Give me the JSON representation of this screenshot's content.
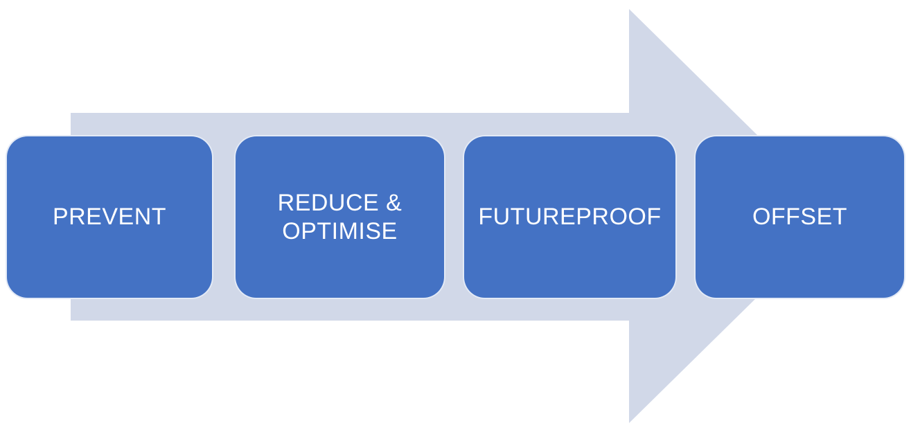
{
  "diagram": {
    "type": "process-arrow",
    "direction": "right",
    "steps": [
      {
        "id": "prevent",
        "label": "PREVENT"
      },
      {
        "id": "reduce-optimise",
        "label": "REDUCE & OPTIMISE"
      },
      {
        "id": "futureproof",
        "label": "FUTUREPROOF"
      },
      {
        "id": "offset",
        "label": "OFFSET"
      }
    ]
  },
  "colors": {
    "step_fill": "#4472C4",
    "step_text": "#FFFFFF",
    "arrow_fill": "#D1D8E8",
    "background": "#FFFFFF"
  }
}
